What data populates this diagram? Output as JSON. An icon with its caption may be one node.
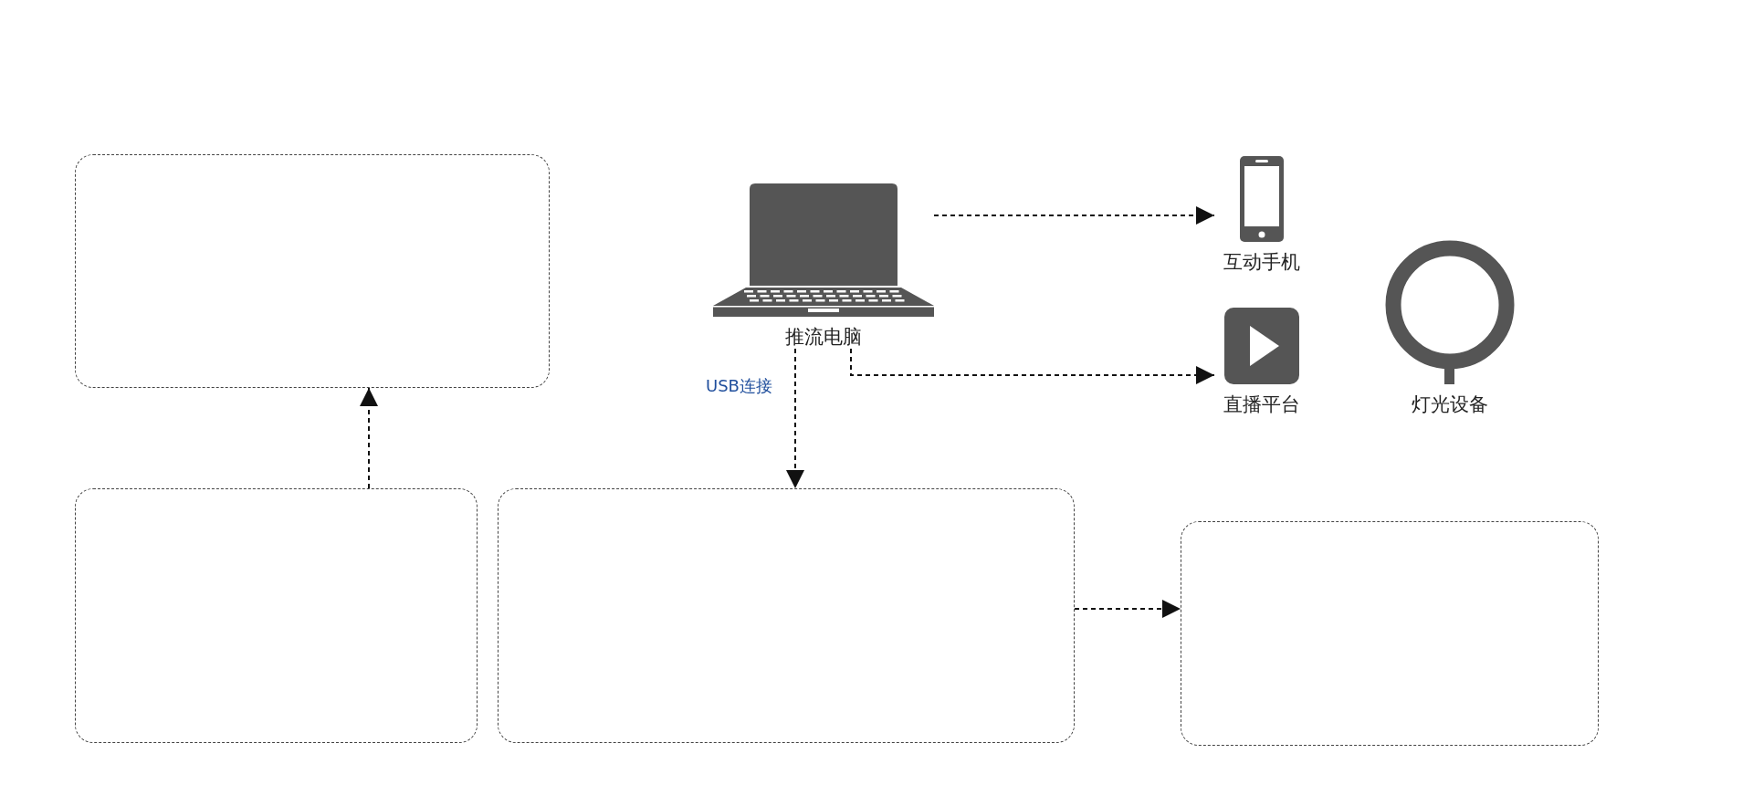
{
  "diagram": {
    "nodes": [
      {
        "text": [],
        "shape": "box"
      },
      {
        "text": [
          "推流电脑"
        ]
      },
      {
        "text": [
          "互动手机"
        ]
      },
      {
        "text": [
          "直播平台"
        ]
      },
      {
        "text": [
          "灯光设备"
        ]
      },
      {
        "text": [],
        "shape": "box"
      },
      {
        "text": [],
        "shape": "box"
      },
      {
        "text": [],
        "shape": "box"
      }
    ],
    "edges": [
      {
        "from": 5,
        "to": 0,
        "arrow": "to",
        "style": "dashed"
      },
      {
        "from": 1,
        "to": 6,
        "arrow": "to",
        "style": "dashed",
        "label": "USB连接"
      },
      {
        "from": 1,
        "to": 2,
        "arrow": "to",
        "style": "dashed"
      },
      {
        "from": 1,
        "to": 3,
        "arrow": "to",
        "style": "dashed"
      },
      {
        "from": 6,
        "to": 7,
        "arrow": "to",
        "style": "dashed"
      }
    ]
  }
}
